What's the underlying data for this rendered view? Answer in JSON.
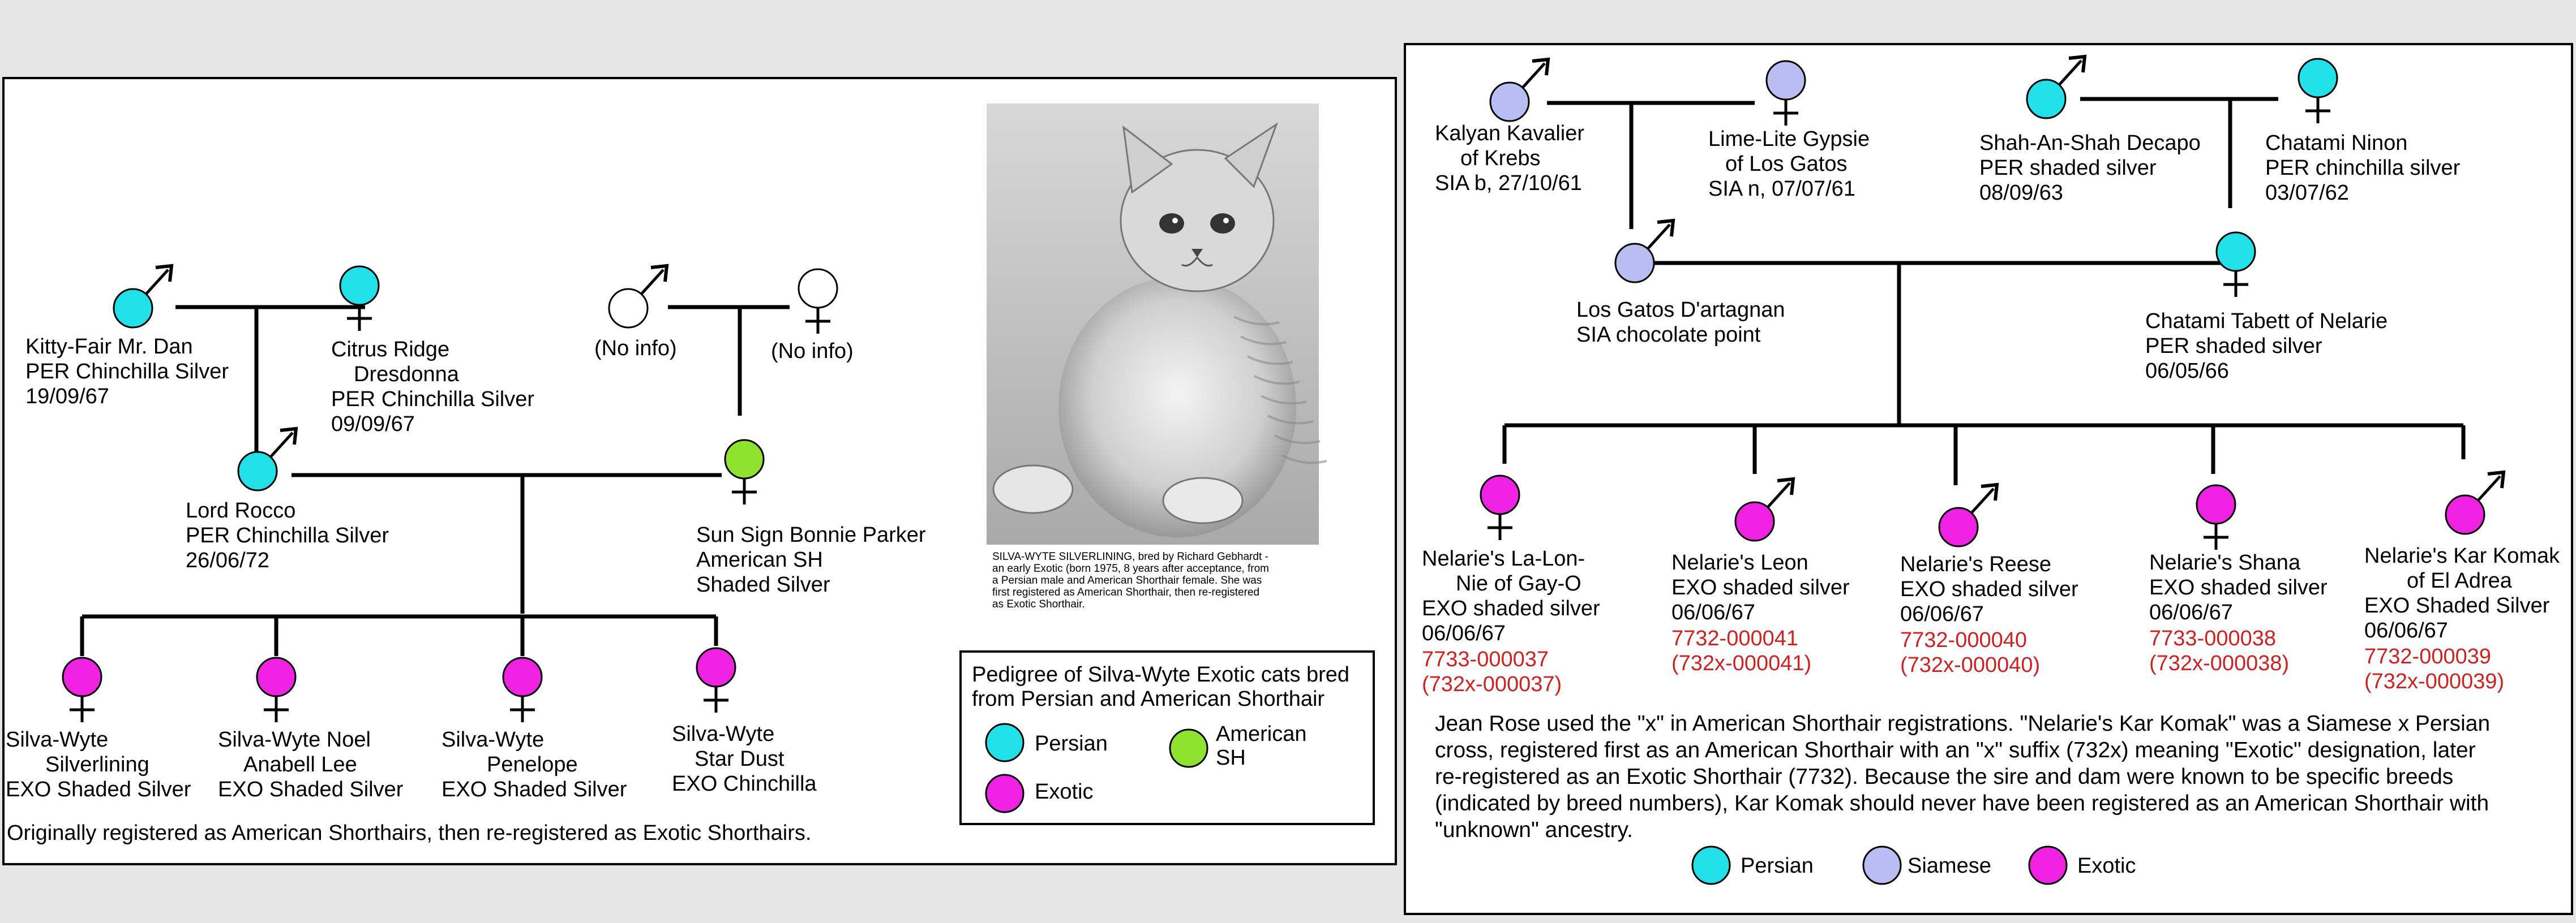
{
  "colors": {
    "persian": "#22e0e8",
    "siamese": "#b9bdf2",
    "exotic": "#ee22e0",
    "american_sh": "#8fe22e",
    "no_info": "#ffffff",
    "registration": "#cc2222"
  },
  "left_panel": {
    "cats": [
      {
        "id": "kitty-fair",
        "sex": "male",
        "color": "persian",
        "lines": [
          "Kitty-Fair Mr. Dan",
          "PER Chinchilla Silver",
          "19/09/67"
        ]
      },
      {
        "id": "citrus-ridge",
        "sex": "female",
        "color": "persian",
        "lines": [
          "Citrus Ridge",
          "Dresdonna",
          "PER Chinchilla Silver",
          "09/09/67"
        ]
      },
      {
        "id": "no-info-sire",
        "sex": "male",
        "color": "no_info",
        "lines": [
          "(No info)"
        ]
      },
      {
        "id": "no-info-dam",
        "sex": "female",
        "color": "no_info",
        "lines": [
          "(No info)"
        ]
      },
      {
        "id": "lord-rocco",
        "sex": "male",
        "color": "persian",
        "lines": [
          "Lord Rocco",
          "PER Chinchilla Silver",
          "26/06/72"
        ]
      },
      {
        "id": "sun-sign",
        "sex": "female",
        "color": "american_sh",
        "lines": [
          "Sun Sign Bonnie Parker",
          "American SH",
          "Shaded Silver"
        ]
      },
      {
        "id": "silverlining",
        "sex": "female",
        "color": "exotic",
        "lines": [
          "Silva-Wyte",
          "Silverlining",
          "EXO Shaded Silver"
        ]
      },
      {
        "id": "noel",
        "sex": "female",
        "color": "exotic",
        "lines": [
          "Silva-Wyte Noel",
          "Anabell Lee",
          "EXO Shaded Silver"
        ]
      },
      {
        "id": "penelope",
        "sex": "female",
        "color": "exotic",
        "lines": [
          "Silva-Wyte",
          "Penelope",
          "EXO Shaded Silver"
        ]
      },
      {
        "id": "star-dust",
        "sex": "female",
        "color": "exotic",
        "lines": [
          "Silva-Wyte",
          "Star Dust",
          "EXO Chinchilla"
        ]
      }
    ],
    "footnote": "Originally registered as American Shorthairs, then re-registered as Exotic Shorthairs.",
    "photo_caption": [
      "SILVA-WYTE SILVERLINING, bred by Richard Gebhardt -",
      "an early Exotic (born 1975, 8 years after acceptance, from",
      "a Persian male and American Shorthair female. She was",
      "first registered as American Shorthair, then re-registered",
      "as Exotic Shorthair."
    ],
    "legend": {
      "title": [
        "Pedigree of Silva-Wyte Exotic cats bred",
        "from Persian and American Shorthair"
      ],
      "items": [
        {
          "color": "persian",
          "lines": [
            "Persian"
          ]
        },
        {
          "color": "american_sh",
          "lines": [
            "American",
            "SH"
          ]
        },
        {
          "color": "exotic",
          "lines": [
            "Exotic"
          ]
        }
      ]
    }
  },
  "right_panel": {
    "cats": [
      {
        "id": "kalyan",
        "sex": "male",
        "color": "siamese",
        "lines": [
          "Kalyan Kavalier",
          "of Krebs",
          "SIA b, 27/10/61"
        ]
      },
      {
        "id": "lime-lite",
        "sex": "female",
        "color": "siamese",
        "lines": [
          "Lime-Lite Gypsie",
          "of Los Gatos",
          "SIA n, 07/07/61"
        ]
      },
      {
        "id": "shah-an-shah",
        "sex": "male",
        "color": "persian",
        "lines": [
          "Shah-An-Shah Decapo",
          "PER shaded silver",
          "08/09/63"
        ]
      },
      {
        "id": "chatami-ninon",
        "sex": "female",
        "color": "persian",
        "lines": [
          "Chatami Ninon",
          "PER chinchilla silver",
          "03/07/62"
        ]
      },
      {
        "id": "los-gatos",
        "sex": "male",
        "color": "siamese",
        "lines": [
          "Los Gatos D'artagnan",
          "SIA chocolate point"
        ]
      },
      {
        "id": "chatami-tabett",
        "sex": "female",
        "color": "persian",
        "lines": [
          "Chatami Tabett of Nelarie",
          "PER shaded silver",
          "06/05/66"
        ]
      },
      {
        "id": "la-lon-nie",
        "sex": "female",
        "color": "exotic",
        "lines": [
          "Nelarie's La-Lon-",
          "Nie of Gay-O",
          "EXO shaded silver",
          "06/06/67"
        ],
        "reg": [
          "7733-000037",
          "(732x-000037)"
        ]
      },
      {
        "id": "leon",
        "sex": "male",
        "color": "exotic",
        "lines": [
          "Nelarie's Leon",
          "EXO shaded silver",
          "06/06/67"
        ],
        "reg": [
          "7732-000041",
          "(732x-000041)"
        ]
      },
      {
        "id": "reese",
        "sex": "male",
        "color": "exotic",
        "lines": [
          "Nelarie's Reese",
          "EXO shaded silver",
          "06/06/67"
        ],
        "reg": [
          "7732-000040",
          "(732x-000040)"
        ]
      },
      {
        "id": "shana",
        "sex": "female",
        "color": "exotic",
        "lines": [
          "Nelarie's Shana",
          "EXO shaded silver",
          "06/06/67"
        ],
        "reg": [
          "7733-000038",
          "(732x-000038)"
        ]
      },
      {
        "id": "kar-komak",
        "sex": "male",
        "color": "exotic",
        "lines": [
          "Nelarie's Kar Komak",
          "of El Adrea",
          "EXO Shaded Silver",
          "06/06/67"
        ],
        "reg": [
          "7732-000039",
          "(732x-000039)"
        ]
      }
    ],
    "note": [
      "Jean Rose used the \"x\" in American Shorthair registrations. \"Nelarie's Kar Komak\" was a Siamese x Persian",
      "cross, registered first as an American Shorthair with an \"x\" suffix (732x) meaning \"Exotic\" designation, later",
      "re-registered as an Exotic Shorthair (7732). Because the sire and dam were known to be specific breeds",
      "(indicated by breed numbers), Kar Komak should never have been registered as an American Shorthair with",
      "\"unknown\" ancestry."
    ],
    "legend": [
      {
        "color": "persian",
        "label": "Persian"
      },
      {
        "color": "siamese",
        "label": "Siamese"
      },
      {
        "color": "exotic",
        "label": "Exotic"
      }
    ]
  }
}
